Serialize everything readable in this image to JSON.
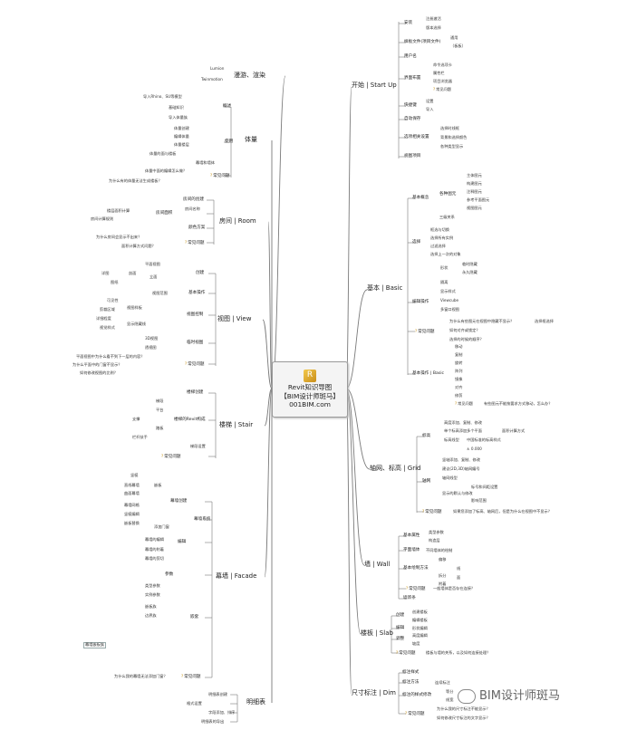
{
  "central": {
    "title": "Revit知识导图",
    "subtitle": "【BIM设计师斑马】",
    "url": "001BIM.com"
  },
  "watermark": "BIM设计师斑马",
  "branches": {
    "start": "开始 | Start Up",
    "basic": "基本 | Basic",
    "grid": "轴网、标高 | Grid",
    "wall": "墙 | Wall",
    "slab": "楼板 | Slab",
    "dim": "尺寸标注 | Dim",
    "render": "漫游、渲染",
    "mass": "体量",
    "room": "房间 | Room",
    "view": "视图 | View",
    "stair": "楼梯 | Stair",
    "facade": "幕墙 | Facade",
    "detail": "明细表"
  },
  "start": {
    "install": "安装",
    "install_items": [
      "注册激活",
      "版本选择"
    ],
    "template": "样板文件(项目文件)",
    "template_items": [
      "通用",
      "（板板）"
    ],
    "user": "用户名",
    "ui": "界面布置",
    "ui_items": [
      "命令选项卡",
      "属性栏",
      "项目浏览器",
      "常见问题"
    ],
    "save": "快捷键",
    "save_items": [
      "设置",
      "导入"
    ],
    "backup": "自动保存",
    "options": "选项相关设置",
    "options_items": [
      "选择时线框",
      "背景和选择颜色",
      "各种类型显示"
    ],
    "extra": "视图项目"
  },
  "basic": {
    "concept": "基本概念",
    "families": "各种图元",
    "family_items": [
      "主体图元",
      "构建图元",
      "注释图元",
      "参考平面图元",
      "视图图元"
    ],
    "related": "三级关系",
    "select": "选择",
    "select_items": [
      "框选与切换",
      "选择所有实例",
      "过滤选择",
      "选择上一次的对象"
    ],
    "modify": "编辑操作",
    "modify_items": [
      "形状",
      "临时隐藏",
      "永久隐藏",
      "隔离",
      "显示样式",
      "Viewcube",
      "多窗口视图"
    ],
    "faq": "常见问题",
    "faq_items": [
      "为什么有些图元在视图中隐藏不显示？",
      "选择框选择",
      "如何对齐或锁定？",
      "选择的时候的顺序？"
    ],
    "ops": "基本操作 | Basic",
    "ops_items": [
      "移动",
      "复制",
      "旋转",
      "阵列",
      "镜像",
      "对齐",
      "修剪"
    ],
    "ops_faq": "常见问题",
    "ops_faq_text": "有些图元不能按要求方式移动，怎么办？"
  },
  "grid": {
    "level": "标高",
    "level_items": [
      "高度添加、复制、修改",
      "单个标高添加多个平面",
      "面积计算方式",
      "标高线型",
      "中国标准的标高样式",
      "± 0.000"
    ],
    "axis": "轴网",
    "axis_items": [
      "竖轴添加、复制、修改",
      "建议(2D,3D)轴网编号",
      "轴网线型",
      "显示的默认与修改",
      "标号和间距设置",
      "影响范围"
    ],
    "faq": "常见问题",
    "faq_text": "如果您添加了标高、轴网后，但是为什么在视图中不显示？"
  },
  "wall": {
    "props": "基本属性",
    "props_items": [
      "类型参数",
      "构造层"
    ],
    "plan": "平面墙体",
    "plan_text": "不同墙体的绘制",
    "edit": "基本绘制方法",
    "edit_items": [
      "偏移",
      "拆分",
      "附着"
    ],
    "cut": "编辑",
    "cut_items": [
      "线",
      "面"
    ],
    "faq": "常见问题",
    "faq_text": "一般墙体是否存在连接？",
    "cover": "墙饰条"
  },
  "slab": {
    "create": "创建",
    "create_items": [
      "创建楼板",
      "编辑楼板"
    ],
    "edit": "编辑",
    "edit_items": [
      "形状编辑",
      "添加点"
    ],
    "adjust": "调整",
    "adjust_items": [
      "高度编辑",
      "坡度"
    ],
    "faq": "常见问题",
    "faq_text": "楼板与墙的关系，以及如何连接处理？"
  },
  "dim": {
    "base": "标注样式",
    "base_items": [
      "对齐标注",
      "角度标注",
      "半径标注"
    ],
    "method": "标注方法",
    "method_items": [
      "连续标注",
      "线性标注"
    ],
    "style": "标注的样式修改",
    "style_items": [
      "等分",
      "线宽"
    ],
    "faq": "常见问题",
    "faq_items": [
      "为什么我的尺寸标注不能显示？",
      "如何修改尺寸标注的文字显示？"
    ]
  },
  "render": {
    "items": [
      "Lumion",
      "Twinmotion"
    ]
  },
  "mass": {
    "concept": "概述",
    "concept_items": [
      "导入Rhino、SU等模型",
      "基础知识",
      "导入体量族"
    ],
    "edit": "使用",
    "edit_items": [
      "体量创建",
      "编辑体量",
      "体量楼层",
      "体量的面与楼板",
      "幕墙和墙体"
    ],
    "faq": "常见问题",
    "faq_items": [
      "体量中面的编辑怎么做？",
      "为什么有的体量无法生成楼板？"
    ]
  },
  "room": {
    "create": "房间的创建",
    "create_items": [
      "房间分隔",
      "房间名称"
    ],
    "rule": "房间面积",
    "rule_items": [
      "楼层面积计算",
      "房间计算规则"
    ],
    "color": "颜色方案",
    "faq": "常见问题",
    "faq_items": [
      "为什么房间会显示不出来？",
      "面积计算方式问题？"
    ]
  },
  "view": {
    "create": "创建",
    "create_items": [
      "平面视图",
      "剖面",
      "立面",
      "详图",
      "图纸"
    ],
    "type": "基本操作",
    "type_items": [
      "视图范围",
      "可见性",
      "剪裁区域",
      "视图样板"
    ],
    "detail": "视图控制",
    "detail_items": [
      "详细程度",
      "视觉样式",
      "显示隐藏线"
    ],
    "temp": "临时视图",
    "temp_items": [
      "3D视图",
      "透视图"
    ],
    "faq": "常见问题",
    "faq_items": [
      "平面视图中为什么看不到下一层的内容？",
      "为什么平面中的门窗不显示？",
      "如何修改视图的比例？"
    ]
  },
  "stair": {
    "base": "楼梯创建",
    "base_items": [
      "梯段",
      "平台",
      "支撑",
      "踏板",
      "栏杆扶手"
    ],
    "rule": "楼梯的Revit构成",
    "rule_items": [
      "梯段设置",
      "平台设置",
      "扶手设置",
      "栏杆设置"
    ],
    "faq": "常见问题",
    "faq_text": "楼梯的正确设置方法"
  },
  "facade": {
    "system": "幕墙系统",
    "system_items": [
      "竖梃",
      "嵌板",
      "网格",
      "边界",
      "门窗"
    ],
    "curtain": "幕墙创建",
    "curtain_items": [
      "直线幕墙",
      "曲面幕墙",
      "幕墙网格",
      "竖梃编辑",
      "嵌板替换",
      "添加门窗"
    ],
    "edit": "编辑",
    "edit_items": [
      "幕墙的编辑",
      "幕墙的附着",
      "幕墙的剪切"
    ],
    "params": "参数",
    "params_items": [
      "类型参数",
      "实例参数"
    ],
    "nest": "嵌套",
    "nest_items": [
      "嵌板族",
      "边界族"
    ],
    "note": "幕墙嵌板族",
    "faq": "常见问题",
    "faq_text": "为什么我的幕墙无法添加门窗？"
  },
  "detail": {
    "items": [
      "明细表创建",
      "格式设置",
      "字段添加、排序",
      "明细表的导出"
    ]
  }
}
